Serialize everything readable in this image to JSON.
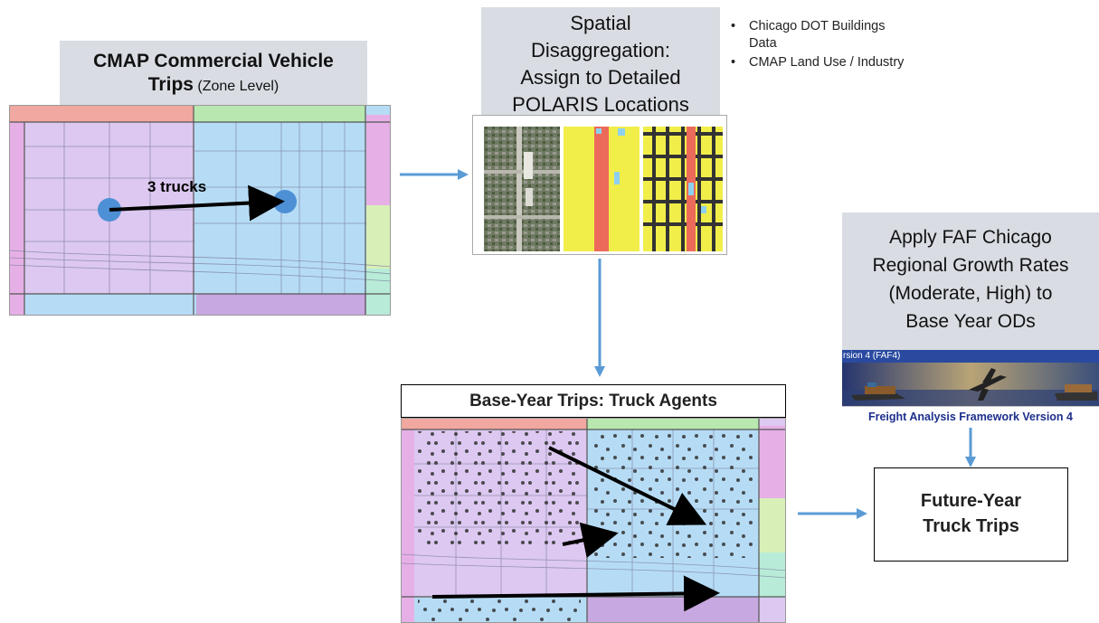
{
  "cmap_box": {
    "title_bold": "CMAP Commercial Vehicle",
    "title_bold_2": "Trips",
    "title_suffix": " (Zone Level)"
  },
  "zone_map": {
    "label": "3 trucks"
  },
  "spatial_box": {
    "lines": [
      "Spatial",
      "Disaggregation:",
      "Assign to Detailed",
      "POLARIS Locations"
    ]
  },
  "data_sources": {
    "items": [
      "Chicago DOT Buildings Data",
      "CMAP Land Use / Industry"
    ]
  },
  "base_year": {
    "title": "Base-Year Trips: Truck Agents"
  },
  "faf_box": {
    "lines": [
      "Apply FAF Chicago",
      "Regional Growth Rates",
      "(Moderate, High) to",
      "Base Year ODs"
    ],
    "banner_top": "rsion 4 (FAF4)",
    "banner_caption": "Freight Analysis Framework Version 4"
  },
  "future_box": {
    "lines": [
      "Future-Year",
      "Truck Trips"
    ]
  },
  "colors": {
    "flow_arrow": "#5b9bd5",
    "zone_purple": "#dcc8f0",
    "zone_blue": "#b6dcf5",
    "zone_pink": "#e6b0e6",
    "zone_red": "#f0a8a0",
    "zone_green": "#b8e8b0",
    "truck_node": "#4d90d6",
    "grey_box": "#d9dde3",
    "faf_navy": "#1d2f8c"
  }
}
